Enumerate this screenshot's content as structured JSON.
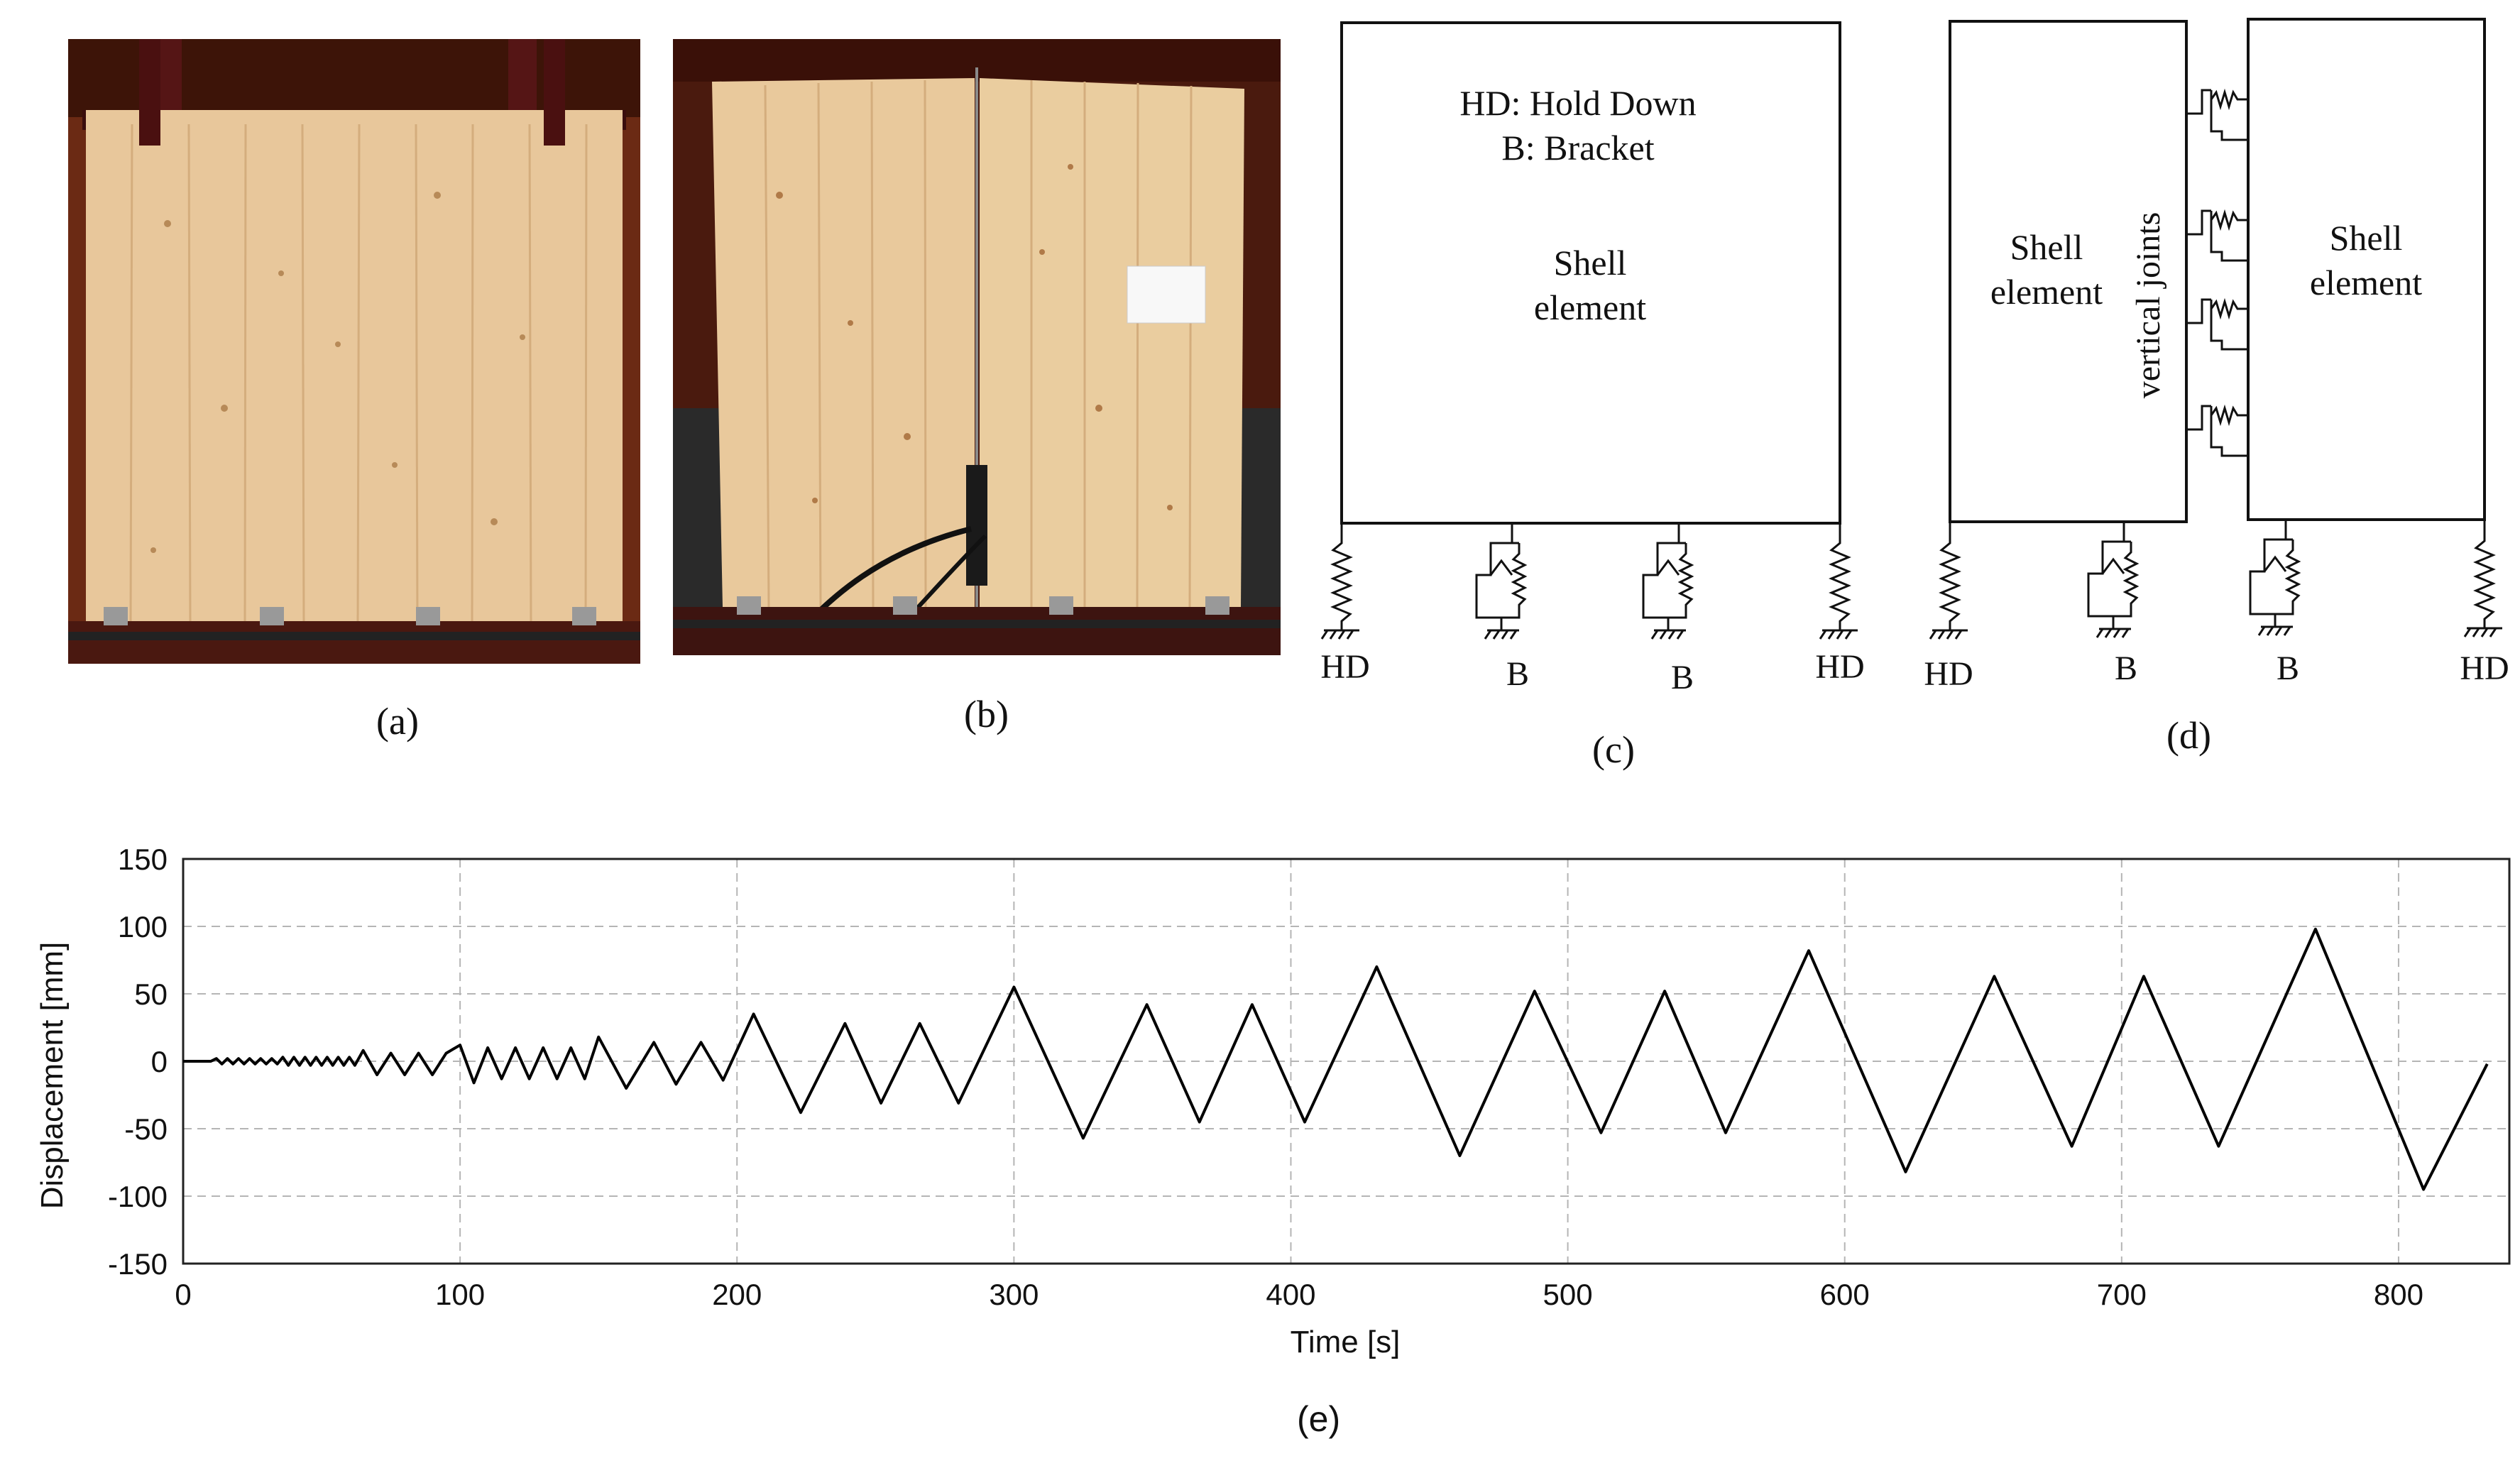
{
  "panels": {
    "a": {
      "caption": "(a)"
    },
    "b": {
      "caption": "(b)"
    },
    "c": {
      "caption": "(c)",
      "legend_line1": "HD: Hold Down",
      "legend_line2": "B: Bracket",
      "shell_line1": "Shell",
      "shell_line2": "element",
      "support_labels": [
        "HD",
        "B",
        "B",
        "HD"
      ]
    },
    "d": {
      "caption": "(d)",
      "left_shell_line1": "Shell",
      "left_shell_line2": "element",
      "right_shell_line1": "Shell",
      "right_shell_line2": "element",
      "joint_label": "vertical joints",
      "support_labels": [
        "HD",
        "B",
        "B",
        "HD"
      ]
    },
    "e": {
      "caption": "(e)"
    }
  },
  "chart_data": {
    "type": "line",
    "xlabel": "Time [s]",
    "ylabel": "Displacement [mm]",
    "xlim": [
      0,
      840
    ],
    "ylim": [
      -150,
      150
    ],
    "xticks": [
      0,
      100,
      200,
      300,
      400,
      500,
      600,
      700,
      800
    ],
    "yticks": [
      150,
      100,
      50,
      0,
      -50,
      -100,
      -150
    ],
    "grid": true,
    "line_color": "#000000",
    "series": [
      {
        "x": [
          0,
          5,
          10,
          12,
          14,
          16,
          18,
          20,
          22,
          24,
          26,
          28,
          30,
          32,
          34,
          36,
          38,
          40,
          42,
          44,
          46,
          48,
          50,
          52,
          54,
          56,
          58,
          60,
          62,
          65,
          70,
          75,
          80,
          85,
          90,
          95,
          100,
          105,
          110,
          115,
          120,
          125,
          130,
          135,
          140,
          145,
          150,
          160,
          170,
          178,
          187,
          195,
          206,
          223,
          239,
          252,
          266,
          280,
          300,
          325,
          348,
          367,
          386,
          405,
          431,
          461,
          488,
          512,
          535,
          557,
          587,
          622,
          654,
          682,
          708,
          735,
          770,
          809,
          832
        ],
        "y": [
          0,
          0,
          0,
          2,
          -2,
          2,
          -2,
          2,
          -2,
          2,
          -2,
          2,
          -2,
          2,
          -2,
          3,
          -3,
          3,
          -3,
          3,
          -3,
          3,
          -3,
          3,
          -3,
          3,
          -3,
          3,
          -3,
          8,
          -10,
          6,
          -10,
          6,
          -10,
          6,
          12,
          -16,
          10,
          -13,
          10,
          -13,
          10,
          -13,
          10,
          -13,
          18,
          -20,
          14,
          -17,
          14,
          -14,
          35,
          -38,
          28,
          -31,
          28,
          -31,
          55,
          -57,
          42,
          -45,
          42,
          -45,
          70,
          -70,
          52,
          -53,
          52,
          -53,
          82,
          -82,
          63,
          -63,
          63,
          -63,
          98,
          -95,
          -2
        ]
      }
    ]
  }
}
